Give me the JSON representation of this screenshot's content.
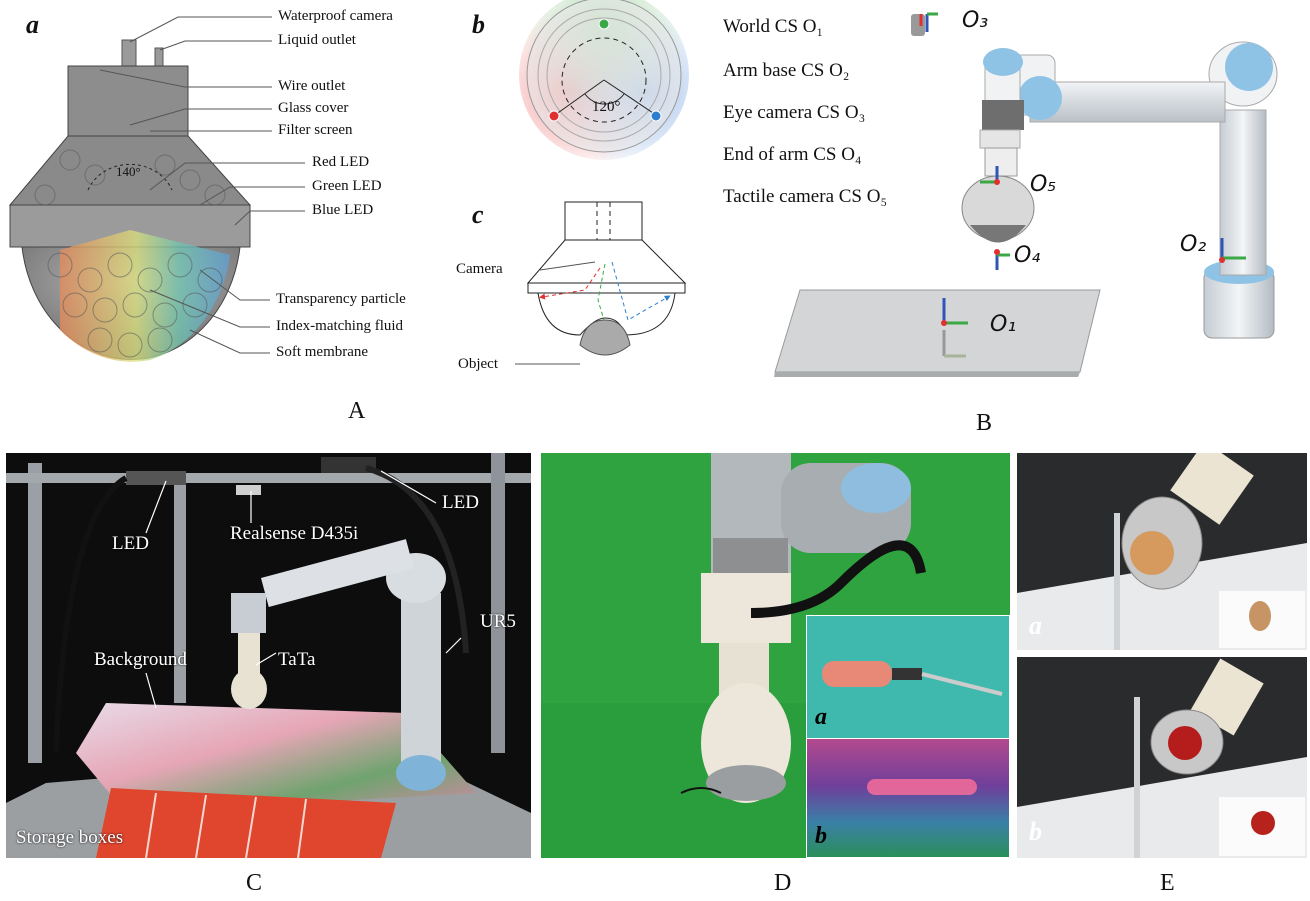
{
  "panelA": {
    "sub_a": "a",
    "labels": {
      "waterproof_camera": "Waterproof camera",
      "liquid_outlet": "Liquid outlet",
      "wire_outlet": "Wire outlet",
      "glass_cover": "Glass cover",
      "filter_screen": "Filter screen",
      "red_led": "Red LED",
      "green_led": "Green LED",
      "blue_led": "Blue LED",
      "transparency_particle": "Transparency particle",
      "index_matching_fluid": "Index-matching fluid",
      "soft_membrane": "Soft membrane"
    },
    "angle": "140°",
    "caption": "A"
  },
  "panelB": {
    "sub_b": "b",
    "sub_c": "c",
    "angle": "120°",
    "camera": "Camera",
    "object": "Object",
    "cs": {
      "world": "World CS O₁",
      "arm_base": "Arm base CS O₂",
      "eye_camera": "Eye camera CS O₃",
      "end_of_arm": "End of arm  CS  O₄",
      "tactile_camera": "Tactile camera CS O₅"
    },
    "o_labels": {
      "o1": "O₁",
      "o2": "O₂",
      "o3": "O₃",
      "o4": "O₄",
      "o5": "O₅"
    },
    "caption": "B"
  },
  "panelC": {
    "led_left": "LED",
    "led_right": "LED",
    "realsense": "Realsense D435i",
    "ur5": "UR5",
    "background": "Background",
    "tata": "TaTa",
    "storage": "Storage boxes",
    "caption": "C"
  },
  "panelD": {
    "inset_a": "a",
    "inset_b": "b",
    "caption": "D"
  },
  "panelE": {
    "sub_a": "a",
    "sub_b": "b",
    "caption": "E"
  },
  "colors": {
    "red": "#e03030",
    "green": "#3aa845",
    "blue": "#2f7fd0",
    "arm": "#d8dde2",
    "cap_blue": "#8fc3e6"
  }
}
